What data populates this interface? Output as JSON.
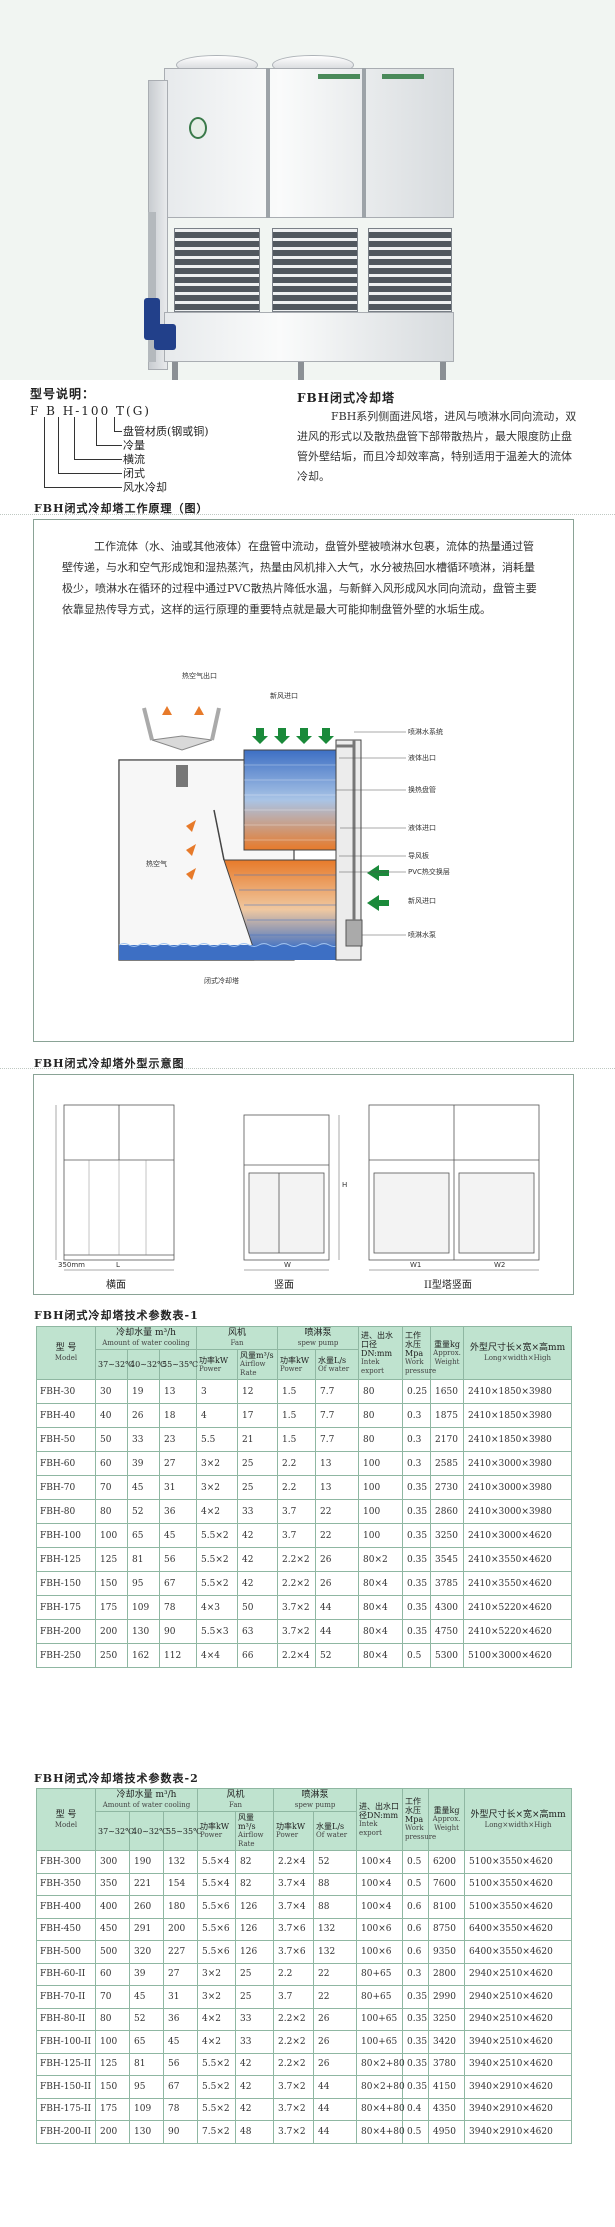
{
  "model_explanation": {
    "title": "型号说明：",
    "code": "F B H-100 T(G)",
    "labels": [
      "盘管材质(钢或铜)",
      "冷量",
      "横流",
      "闭式",
      "风水冷却"
    ]
  },
  "intro": {
    "title": "FBH闭式冷却塔",
    "text": "FBH系列侧面进风塔，进风与喷淋水同向流动，双进风的形式以及散热盘管下部带散热片，最大限度防止盘管外壁结垢，而且冷却效率高，特别适用于温差大的流体冷却。"
  },
  "principle": {
    "title": "FBH闭式冷却塔工作原理（图）",
    "text": "工作流体（水、油或其他液体）在盘管中流动，盘管外壁被喷淋水包裹，流体的热量通过管壁传递，与水和空气形成饱和湿热蒸汽，热量由风机排入大气，水分被热回水槽循环喷淋，消耗量极少，喷淋水在循环的过程中通过PVC散热片降低水温，与新鲜入风形成风水同向流动，盘管主要依靠显热传导方式，这样的运行原理的重要特点就是最大可能抑制盘管外壁的水垢生成。",
    "labels": {
      "hot_air_out": "热空气出口",
      "fresh_air_in_top": "新风进口",
      "spray_system": "喷淋水系统",
      "fluid_outlet": "液体出口",
      "heat_coil": "换热盘管",
      "fluid_inlet": "液体进口",
      "guide_plate": "导风板",
      "pvc_fill": "PVC热交换层",
      "fresh_air_in_side": "新风进口",
      "hot_air_inner": "热空气",
      "spray_pump": "喷淋水泵",
      "caption": "闭式冷却塔"
    }
  },
  "elevation": {
    "title": "FBH闭式冷却塔外型示意图",
    "views": [
      "横面",
      "竖面",
      "II型塔竖面"
    ],
    "dims": [
      "L",
      "350mm",
      "W",
      "H",
      "W1",
      "W2"
    ]
  },
  "table1": {
    "title": "FBH闭式冷却塔技术参数表-1",
    "headers": {
      "model": "型 号",
      "model_en": "Model",
      "cooling": "冷却水量",
      "cooling_unit": "m³/h",
      "cooling_en": "Amount of water cooling",
      "temps": [
        "37~32℃",
        "40~32℃",
        "55~35℃"
      ],
      "fan": "风机",
      "fan_en": "Fan",
      "fan_power": "功率kW",
      "fan_power_en": "Power",
      "airflow": "风量m³/s",
      "airflow_en": "Airflow Rate",
      "pump": "喷淋泵",
      "pump_en": "spew pump",
      "pump_power": "功率kW",
      "pump_power_en": "Power",
      "water": "水量L/s",
      "water_en": "Of water",
      "io": "进、出水口径DN:mm",
      "io_en": "Intek export",
      "wp": "工作水压Mpa",
      "wp_en": "Work pressure",
      "weight": "重量kg",
      "weight_en": "Approx. Weight",
      "dim": "外型尺寸长×宽×高mm",
      "dim_en": "Long×width×High"
    },
    "rows": [
      [
        "FBH-30",
        "30",
        "19",
        "13",
        "3",
        "12",
        "1.5",
        "7.7",
        "80",
        "0.25",
        "1650",
        "2410×1850×3980"
      ],
      [
        "FBH-40",
        "40",
        "26",
        "18",
        "4",
        "17",
        "1.5",
        "7.7",
        "80",
        "0.3",
        "1875",
        "2410×1850×3980"
      ],
      [
        "FBH-50",
        "50",
        "33",
        "23",
        "5.5",
        "21",
        "1.5",
        "7.7",
        "80",
        "0.3",
        "2170",
        "2410×1850×3980"
      ],
      [
        "FBH-60",
        "60",
        "39",
        "27",
        "3×2",
        "25",
        "2.2",
        "13",
        "100",
        "0.3",
        "2585",
        "2410×3000×3980"
      ],
      [
        "FBH-70",
        "70",
        "45",
        "31",
        "3×2",
        "25",
        "2.2",
        "13",
        "100",
        "0.35",
        "2730",
        "2410×3000×3980"
      ],
      [
        "FBH-80",
        "80",
        "52",
        "36",
        "4×2",
        "33",
        "3.7",
        "22",
        "100",
        "0.35",
        "2860",
        "2410×3000×3980"
      ],
      [
        "FBH-100",
        "100",
        "65",
        "45",
        "5.5×2",
        "42",
        "3.7",
        "22",
        "100",
        "0.35",
        "3250",
        "2410×3000×4620"
      ],
      [
        "FBH-125",
        "125",
        "81",
        "56",
        "5.5×2",
        "42",
        "2.2×2",
        "26",
        "80×2",
        "0.35",
        "3545",
        "2410×3550×4620"
      ],
      [
        "FBH-150",
        "150",
        "95",
        "67",
        "5.5×2",
        "42",
        "2.2×2",
        "26",
        "80×4",
        "0.35",
        "3785",
        "2410×3550×4620"
      ],
      [
        "FBH-175",
        "175",
        "109",
        "78",
        "4×3",
        "50",
        "3.7×2",
        "44",
        "80×4",
        "0.35",
        "4300",
        "2410×5220×4620"
      ],
      [
        "FBH-200",
        "200",
        "130",
        "90",
        "5.5×3",
        "63",
        "3.7×2",
        "44",
        "80×4",
        "0.35",
        "4750",
        "2410×5220×4620"
      ],
      [
        "FBH-250",
        "250",
        "162",
        "112",
        "4×4",
        "66",
        "2.2×4",
        "52",
        "80×4",
        "0.5",
        "5300",
        "5100×3000×4620"
      ]
    ]
  },
  "table2": {
    "title": "FBH闭式冷却塔技术参数表-2",
    "rows": [
      [
        "FBH-300",
        "300",
        "190",
        "132",
        "5.5×4",
        "82",
        "2.2×4",
        "52",
        "100×4",
        "0.5",
        "6200",
        "5100×3550×4620"
      ],
      [
        "FBH-350",
        "350",
        "221",
        "154",
        "5.5×4",
        "82",
        "3.7×4",
        "88",
        "100×4",
        "0.5",
        "7600",
        "5100×3550×4620"
      ],
      [
        "FBH-400",
        "400",
        "260",
        "180",
        "5.5×6",
        "126",
        "3.7×4",
        "88",
        "100×4",
        "0.6",
        "8100",
        "5100×3550×4620"
      ],
      [
        "FBH-450",
        "450",
        "291",
        "200",
        "5.5×6",
        "126",
        "3.7×6",
        "132",
        "100×6",
        "0.6",
        "8750",
        "6400×3550×4620"
      ],
      [
        "FBH-500",
        "500",
        "320",
        "227",
        "5.5×6",
        "126",
        "3.7×6",
        "132",
        "100×6",
        "0.6",
        "9350",
        "6400×3550×4620"
      ],
      [
        "FBH-60-II",
        "60",
        "39",
        "27",
        "3×2",
        "25",
        "2.2",
        "22",
        "80+65",
        "0.3",
        "2800",
        "2940×2510×4620"
      ],
      [
        "FBH-70-II",
        "70",
        "45",
        "31",
        "3×2",
        "25",
        "3.7",
        "22",
        "80+65",
        "0.35",
        "2990",
        "2940×2510×4620"
      ],
      [
        "FBH-80-II",
        "80",
        "52",
        "36",
        "4×2",
        "33",
        "2.2×2",
        "26",
        "100+65",
        "0.35",
        "3250",
        "2940×2510×4620"
      ],
      [
        "FBH-100-II",
        "100",
        "65",
        "45",
        "4×2",
        "33",
        "2.2×2",
        "26",
        "100+65",
        "0.35",
        "3420",
        "3940×2510×4620"
      ],
      [
        "FBH-125-II",
        "125",
        "81",
        "56",
        "5.5×2",
        "42",
        "2.2×2",
        "26",
        "80×2+80",
        "0.35",
        "3780",
        "3940×2510×4620"
      ],
      [
        "FBH-150-II",
        "150",
        "95",
        "67",
        "5.5×2",
        "42",
        "3.7×2",
        "44",
        "80×2+80",
        "0.35",
        "4150",
        "3940×2910×4620"
      ],
      [
        "FBH-175-II",
        "175",
        "109",
        "78",
        "5.5×2",
        "42",
        "3.7×2",
        "44",
        "80×4+80",
        "0.4",
        "4350",
        "3940×2910×4620"
      ],
      [
        "FBH-200-II",
        "200",
        "130",
        "90",
        "7.5×2",
        "48",
        "3.7×2",
        "44",
        "80×4+80",
        "0.5",
        "4950",
        "3940×2910×4620"
      ]
    ]
  }
}
